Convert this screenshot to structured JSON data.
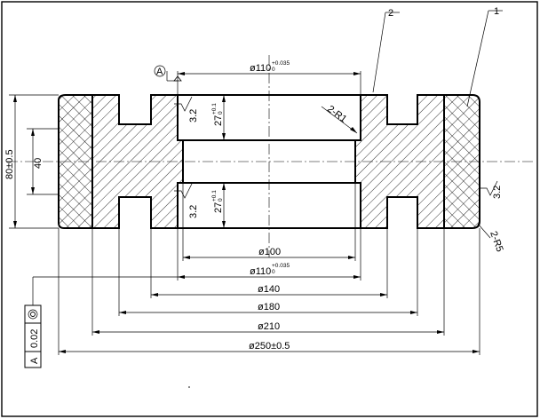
{
  "drawing": {
    "part_callouts": [
      "1",
      "2"
    ],
    "datum_letter": "A",
    "labels": {
      "bore_top_prefix": "ø110",
      "bore_top_tol_upper": "+0.035",
      "bore_top_tol_lower": "0",
      "fillet_inner": "2-R1",
      "fillet_outer": "2-R5",
      "dim_height": "80±0.5",
      "dim_mid": "40",
      "dim_groove_top_prefix": "27",
      "dim_groove_top_tol_upper": "+0.1",
      "dim_groove_top_tol_lower": "0",
      "dim_groove_bot_prefix": "27",
      "dim_groove_bot_tol_upper": "+0.1",
      "dim_groove_bot_tol_lower": "0",
      "rough_1": "3.2",
      "rough_2": "3.2",
      "rough_3": "3.2",
      "d100": "ø100",
      "d110_prefix": "ø110",
      "d110_tol_upper": "+0.035",
      "d110_tol_lower": "0",
      "d140": "ø140",
      "d180": "ø180",
      "d210": "ø210",
      "d250": "ø250±0.5"
    },
    "tolerance_frame": {
      "symbol": "◎",
      "value": "0.02",
      "datum": "A"
    }
  }
}
